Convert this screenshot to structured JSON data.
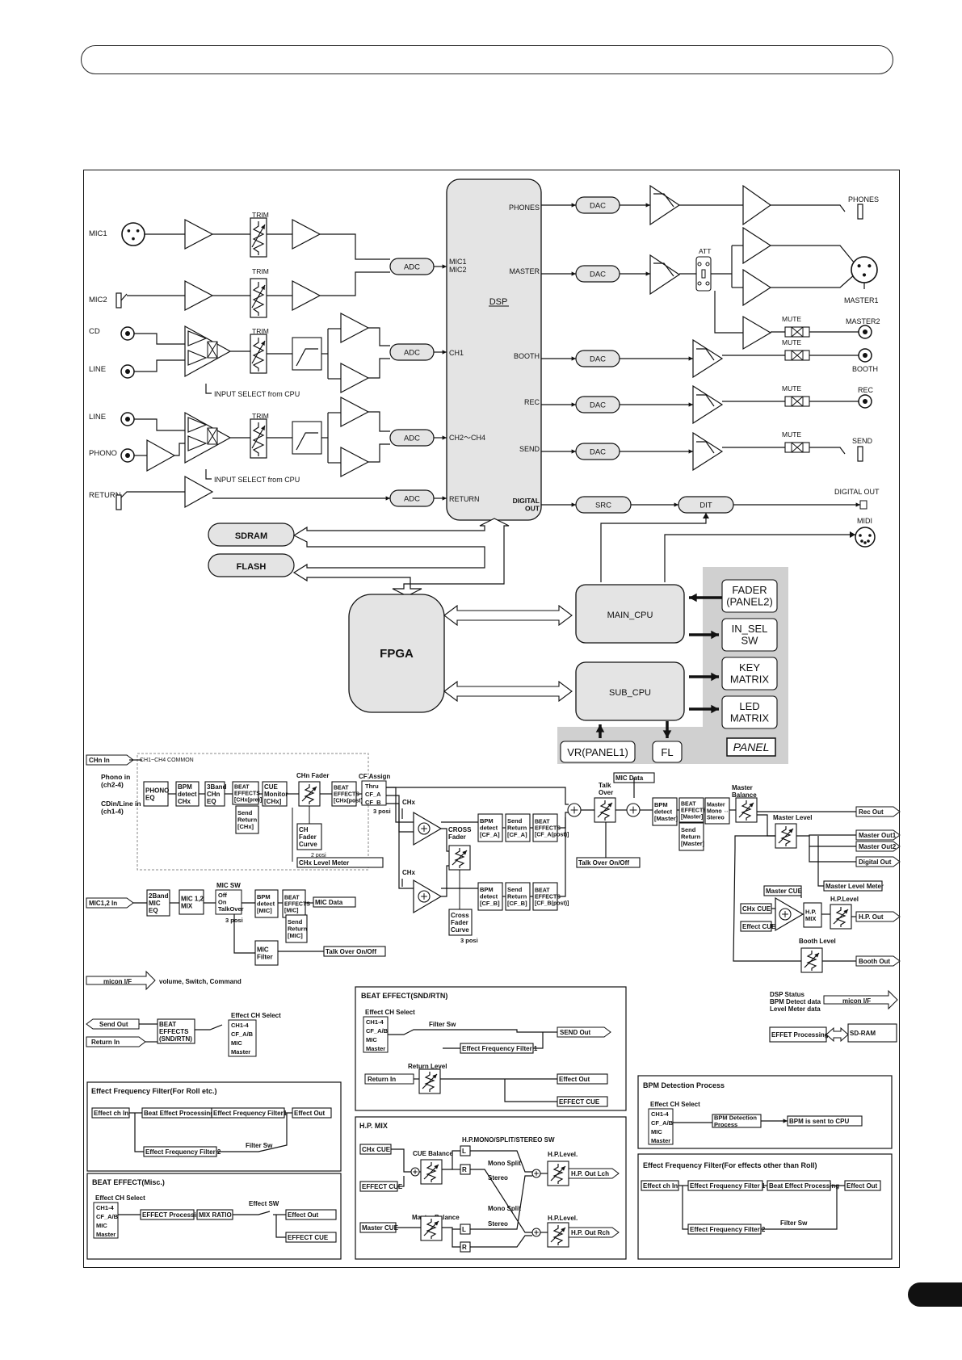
{
  "labels": {
    "mic1": "MIC1",
    "mic2": "MIC2",
    "cd": "CD",
    "line": "LINE",
    "phono": "PHONO",
    "return": "RETURN",
    "trim": "TRIM",
    "adc": "ADC",
    "dac": "DAC",
    "input_select": "INPUT SELECT from CPU",
    "dsp": "DSP",
    "dsp_in_mic": "MIC1\nMIC2",
    "dsp_in_ch1": "CH1",
    "dsp_in_ch24": "CH2～CH4",
    "dsp_in_return": "RETURN",
    "phones": "PHONES",
    "master": "MASTER",
    "booth": "BOOTH",
    "rec": "REC",
    "send": "SEND",
    "digital_out_dsp": "DIGITAL\nOUT",
    "att": "ATT",
    "mute": "MUTE",
    "out_phones": "PHONES",
    "out_master1": "MASTER1",
    "out_master2": "MASTER2",
    "out_booth": "BOOTH",
    "out_rec": "REC",
    "out_send": "SEND",
    "out_digital": "DIGITAL OUT",
    "out_midi": "MIDI",
    "src": "SRC",
    "dit": "DIT",
    "sdram": "SDRAM",
    "flash": "FLASH",
    "fpga": "FPGA",
    "main_cpu": "MAIN_CPU",
    "sub_cpu": "SUB_CPU",
    "fader_panel2": "FADER\n(PANEL2)",
    "in_sel_sw": "IN_SEL\nSW",
    "key_matrix": "KEY\nMATRIX",
    "led_matrix": "LED\nMATRIX",
    "panel": "PANEL",
    "vr_panel1": "VR(PANEL1)",
    "fl": "FL"
  },
  "flow": {
    "chn_in": "CHn In",
    "ch_common": "CH1~CH4 COMMON",
    "phono_in": "Phono in\n(ch2-4)",
    "cdin_line": "CDin/Line in\n(ch1-4)",
    "phono_eq": "PHONO\nEQ",
    "bpm_detect_chx": "BPM\ndetect\nCHx",
    "band3_eq": "3Band\nCHn\nEQ",
    "beat_effects_pre": "BEAT\nEFFECTS\n[CHx(pre)]",
    "send_return_chx": "Send\nReturn\n[CHx]",
    "cue_monitor": "CUE\nMonitor\n[CHx]",
    "chn_fader": "CHn Fader",
    "ch_fader_curve": "CH\nFader\nCurve",
    "posi2": "2 posi",
    "chx_level_meter": "CHx Level Meter",
    "beat_effects_post": "BEAT\nEFFECTS\n[CHx(post)]",
    "cf_assign": "CF Assign",
    "thru": "Thru",
    "cf_a": "CF_A",
    "cf_b": "CF_B",
    "posi3": "3 posi",
    "chx": "CHx",
    "cross_fader": "CROSS\nFader",
    "bpm_cfa": "BPM\ndetect\n[CF_A]",
    "send_return_cfa": "Send\nReturn\n[CF_A]",
    "beat_cfa": "BEAT\nEFFECTS\n[CF_A(post)]",
    "bpm_cfb": "BPM\ndetect\n[CF_B]",
    "send_return_cfb": "Send\nReturn\n[CF_B]",
    "beat_cfb": "BEAT\nEFFECTS\n[CF_B(post)]",
    "cross_fader_curve": "Cross\nFader\nCurve",
    "mic_data": "MIC Data",
    "talk_over": "Talk\nOver",
    "talk_over_onoff": "Talk Over On/Off",
    "bpm_master": "BPM\ndetect\n[Master]",
    "beat_master": "BEAT\nEFFECTS\n[Master]",
    "send_return_master": "Send\nReturn\n[Master]",
    "master_mono_stereo": "Master\nMono ⇔\nStereo",
    "master_balance": "Master\nBalance",
    "master_level": "Master Level",
    "rec_out": "Rec Out",
    "master_out1": "Master Out1",
    "master_out2": "Master Out2",
    "digital_out": "Digital Out",
    "master_level_meter": "Master Level Meter",
    "master_cue": "Master CUE",
    "chx_cue": "CHx CUE",
    "effect_cue": "Effect CUE",
    "hp_mix": "H.P.\nMIX",
    "hp_level": "H.P.Level",
    "hp_out": "H.P. Out",
    "booth_level": "Booth Level",
    "booth_out": "Booth Out",
    "mic12_in": "MIC1,2 In",
    "band2_mic_eq": "2Band\nMIC\nEQ",
    "mic12_mix": "MIC 1,2\nMIX",
    "mic_sw": "MIC SW",
    "mic_sw_opts": "Off\nOn\nTalkOver",
    "bpm_mic": "BPM\ndetect\n[MIC]",
    "beat_mic": "BEAT\nEFFECTS\n[MIC]",
    "send_return_mic": "Send\nReturn\n[MIC]",
    "mic_data_out": "MIC Data",
    "mic_filter": "MIC\nFilter",
    "talk_over_onoff2": "Talk Over On/Off",
    "micon_if": "micon I/F",
    "micon_desc": "volume, Switch, Command"
  },
  "lower": {
    "send_out": "Send Out",
    "return_in": "Return In",
    "beat_snd_rtn": "BEAT\nEFFECTS\n(SND/RTN)",
    "effect_ch_select": "Effect CH Select",
    "ch_opts": [
      "CH1-4",
      "CF_A/B",
      "MIC",
      "Master"
    ],
    "beat_effect_sndrtn_title": "BEAT EFFECT(SND/RTN)",
    "filter_sw": "Filter Sw",
    "send_out_box": "SEND Out",
    "effect_freq_filter1": "Effect Frequency Filter 1",
    "return_level": "Return Level",
    "return_in_box": "Return In",
    "effect_out": "Effect Out",
    "effect_cue_box": "EFFECT CUE",
    "dsp_status": "DSP Status\nBPM Detect data\nLevel Meter data",
    "micon_if2": "micon I/F",
    "effet_processing": "EFFET Processing",
    "sd_ram": "SD-RAM",
    "eff_filter_roll_title": "Effect Frequency Filter(For Roll etc.)",
    "effect_ch_in": "Effect ch In",
    "beat_effect_processing": "Beat Effect Processing",
    "eff_freq_filter1b": "Effect Frequency Filter1",
    "effect_out2": "Effect Out",
    "eff_freq_filter2": "Effect Frequency Filter 2",
    "filter_sw2": "Filter Sw",
    "hp_mix_title": "H.P. MIX",
    "chx_cue_box": "CHx CUE",
    "cue_balance": "CUE Balance",
    "hp_mono_split": "H.P.MONO/SPLIT/STEREO SW",
    "l": "L",
    "r": "R",
    "mono_split": "Mono Split",
    "stereo": "Stereo",
    "hp_level_l": "H.P.Level.",
    "hp_out_lch": "H.P. Out Lch",
    "effect_cue_box2": "EFFECT CUE",
    "master_balance2": "Master Balance",
    "master_cue_box": "Master CUE",
    "hp_out_rch": "H.P. Out Rch",
    "beat_effect_misc_title": "BEAT EFFECT(Misc.)",
    "effect_processing": "EFFECT Processing",
    "mix_ratio": "MIX RATIO",
    "effect_sw": "Effect SW",
    "effect_out3": "Effect Out",
    "effect_cue3": "EFFECT CUE",
    "bpm_detection_title": "BPM Detection Process",
    "bpm_detection_process": "BPM Detection\nProcess",
    "bpm_sent": "BPM is sent to CPU",
    "eff_filter_other_title": "Effect Frequency Filter(For effects other than Roll)",
    "effect_ch_in2": "Effect ch In",
    "eff_freq_filter1c": "Effect Frequency Filter 1",
    "beat_effect_processing2": "Beat Effect Processing",
    "effect_out4": "Effect Out",
    "eff_freq_filter2b": "Effect Frequency Filter 2",
    "filter_sw3": "Filter Sw"
  }
}
